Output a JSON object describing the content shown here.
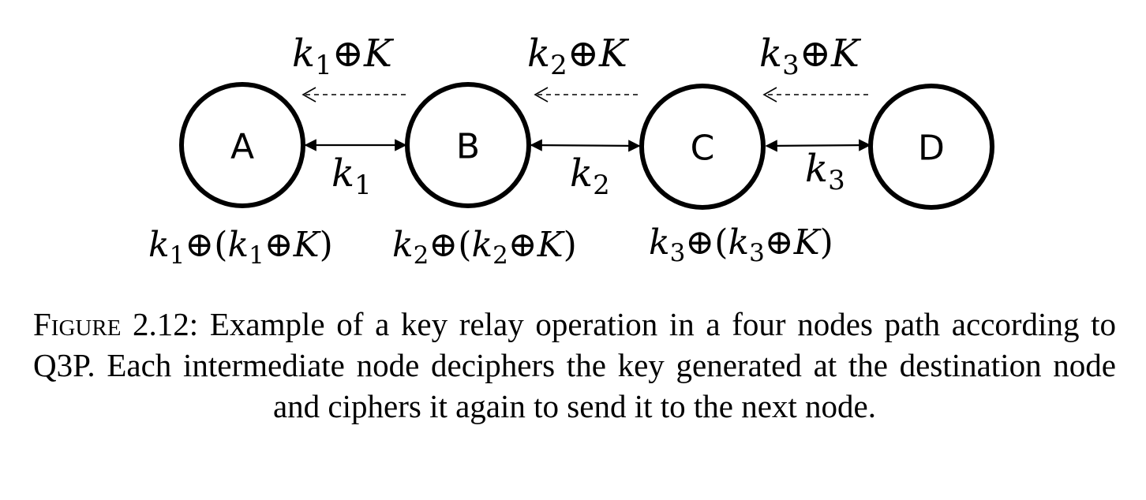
{
  "nodes": [
    "A",
    "B",
    "C",
    "D"
  ],
  "link_keys": [
    {
      "k": "k",
      "sub": "1"
    },
    {
      "k": "k",
      "sub": "2"
    },
    {
      "k": "k",
      "sub": "3"
    }
  ],
  "relayed_labels": [
    {
      "k": "k",
      "sub": "1",
      "op": "⊕",
      "K": "K"
    },
    {
      "k": "k",
      "sub": "2",
      "op": "⊕",
      "K": "K"
    },
    {
      "k": "k",
      "sub": "3",
      "op": "⊕",
      "K": "K"
    }
  ],
  "decipher_labels": [
    {
      "k": "k",
      "sub": "1",
      "op": "⊕",
      "open": "(",
      "close": ")",
      "K": "K"
    },
    {
      "k": "k",
      "sub": "2",
      "op": "⊕",
      "open": "(",
      "close": ")",
      "K": "K"
    },
    {
      "k": "k",
      "sub": "3",
      "op": "⊕",
      "open": "(",
      "close": ")",
      "K": "K"
    }
  ],
  "caption": {
    "label": "Figure 2.12:",
    "text": "Example of a key relay operation in a four nodes path according to Q3P. Each intermediate node deciphers the key generated at the destination node and ciphers it again to send it to the next node."
  }
}
